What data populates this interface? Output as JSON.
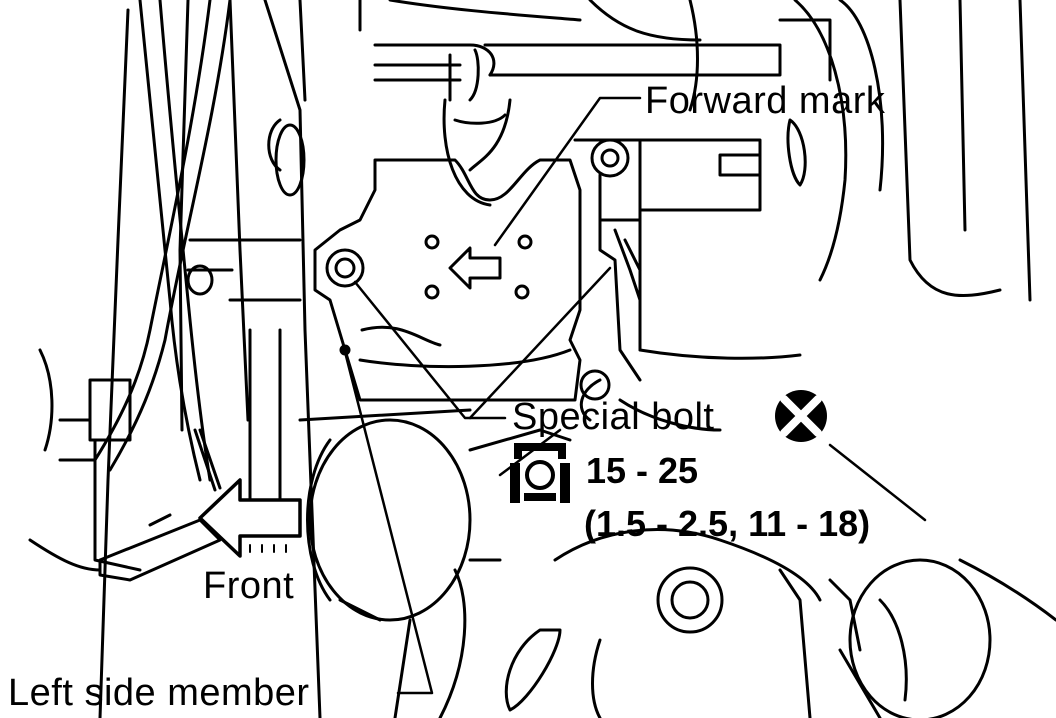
{
  "labels": {
    "forward_mark": "Forward mark",
    "special_bolt": "Special bolt",
    "torque_nm": "15 - 25",
    "torque_alt": "(1.5 - 2.5, 11 - 18)",
    "front": "Front",
    "left_side_member": "Left side member"
  },
  "icons": {
    "torque_wrench": "torque-wrench-icon",
    "do_not_reuse": "do-not-reuse-icon"
  },
  "colors": {
    "ink": "#000000",
    "paper": "#ffffff"
  }
}
